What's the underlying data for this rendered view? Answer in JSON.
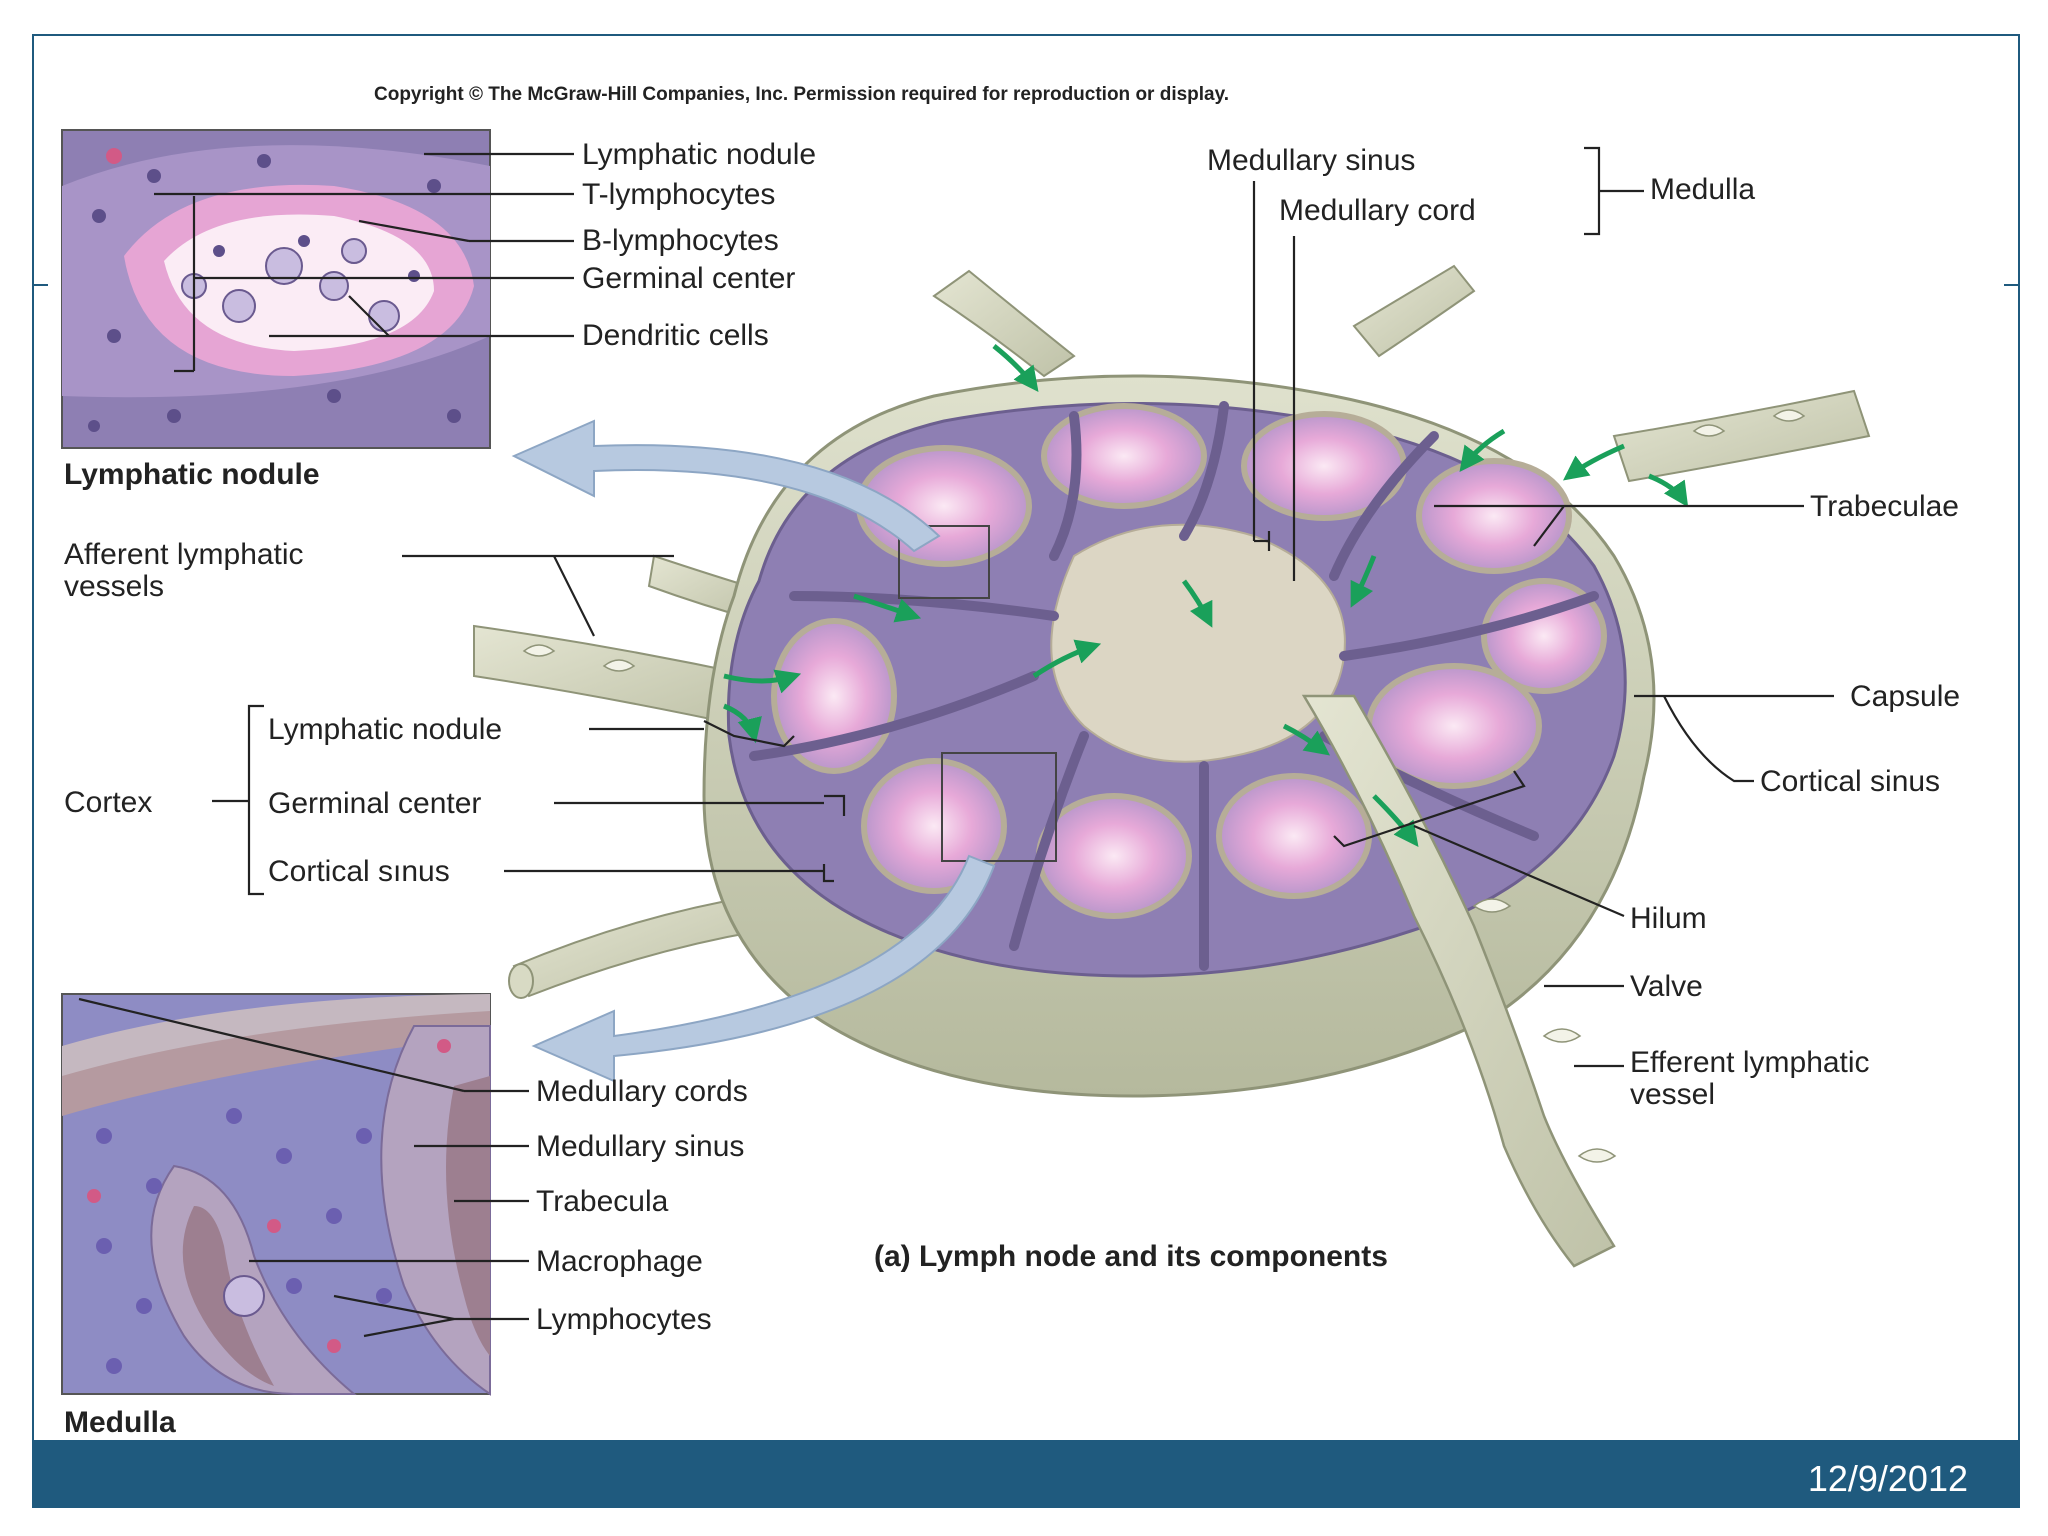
{
  "copyright": "Copyright © The McGraw-Hill Companies, Inc. Permission required for reproduction or display.",
  "caption": "(a) Lymph node and its components",
  "footer": {
    "date": "12/9/2012"
  },
  "colors": {
    "footer_bar": "#1f5a7e",
    "capsule": "#c9ccb4",
    "cortex_purple": "#8e7fb3",
    "nodule_pink": "#d08ac6",
    "sinus_light": "#dcd6c4",
    "flow_arrow": "#1aa05a",
    "callout_arrow": "#b7c9e0"
  },
  "lymphatic_nodule_inset": {
    "title": "Lymphatic nodule",
    "labels": [
      "Lymphatic nodule",
      "T-lymphocytes",
      "B-lymphocytes",
      "Germinal center",
      "Dendritic cells"
    ]
  },
  "medulla_inset": {
    "title": "Medulla",
    "labels": [
      "Medullary cords",
      "Medullary sinus",
      "Trabecula",
      "Macrophage",
      "Lymphocytes"
    ]
  },
  "main_labels": {
    "medullary_sinus": "Medullary sinus",
    "medullary_cord": "Medullary cord",
    "medulla": "Medulla",
    "trabeculae": "Trabeculae",
    "afferent_1": "Afferent lymphatic",
    "afferent_2": "vessels",
    "capsule": "Capsule",
    "cortical_sinus_right": "Cortical sinus",
    "cortex": "Cortex",
    "cortex_nodule": "Lymphatic nodule",
    "cortex_germinal": "Germinal center",
    "cortex_sinus": "Cortical sınus",
    "hilum": "Hilum",
    "valve": "Valve",
    "efferent_1": "Efferent lymphatic",
    "efferent_2": "vessel"
  }
}
